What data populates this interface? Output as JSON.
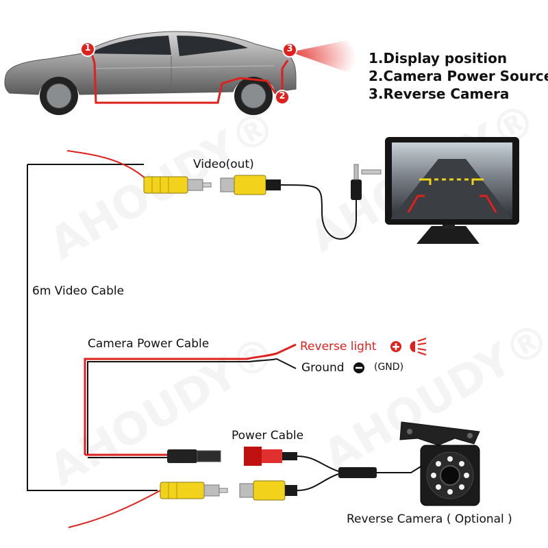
{
  "watermark": "AHOUDY®",
  "legend": {
    "item1": "1.Display position",
    "item2": "2.Camera Power Source",
    "item3": "3.Reverse Camera"
  },
  "markers": [
    "1",
    "2",
    "3"
  ],
  "labels": {
    "video_out": "Video(out)",
    "video_cable": "6m Video Cable",
    "camera_power_cable": "Camera Power Cable",
    "reverse_light": "Reverse light",
    "ground": "Ground",
    "gnd": "(GND)",
    "power_cable": "Power Cable",
    "reverse_camera": "Reverse Camera ( Optional )"
  },
  "icons": {
    "plus": "plus-circle-icon",
    "minus": "minus-circle-icon",
    "light": "reverse-light-icon"
  },
  "colors": {
    "wire_red": "#e0201c",
    "wire_black": "#111111",
    "rca_yellow": "#f2d21b",
    "accent_red": "#e0201c"
  }
}
